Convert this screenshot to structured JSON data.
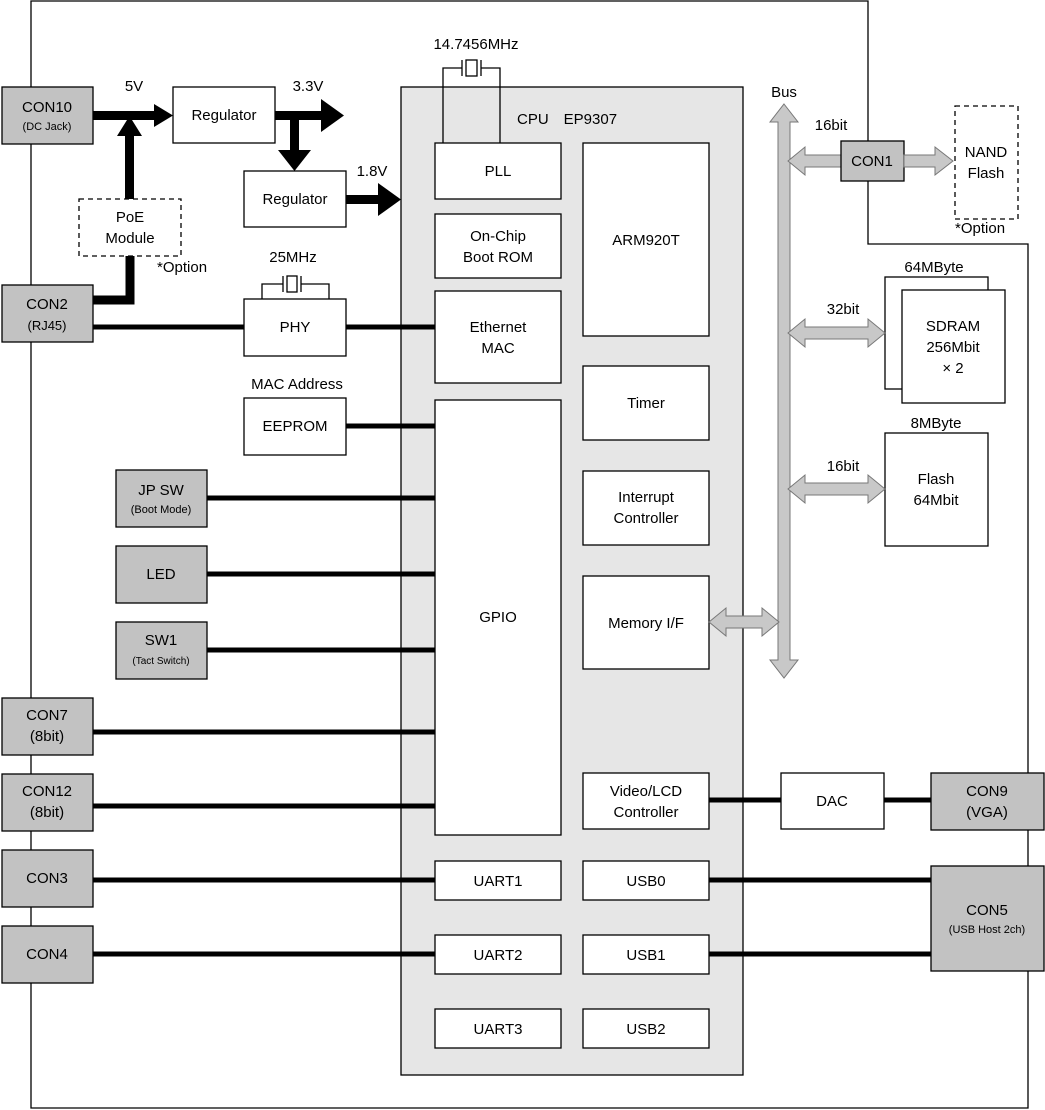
{
  "cpu": {
    "title": "CPU　EP9307",
    "blocks": {
      "pll": "PLL",
      "bootrom": [
        "On-Chip",
        "Boot ROM"
      ],
      "ethmac": [
        "Ethernet",
        "MAC"
      ],
      "gpio": "GPIO",
      "arm": "ARM920T",
      "timer": "Timer",
      "irq": [
        "Interrupt",
        "Controller"
      ],
      "memif": "Memory I/F",
      "video": [
        "Video/LCD",
        "Controller"
      ],
      "uart1": "UART1",
      "uart2": "UART2",
      "uart3": "UART3",
      "usb0": "USB0",
      "usb1": "USB1",
      "usb2": "USB2"
    }
  },
  "connectors": {
    "con10": {
      "name": "CON10",
      "sub": "(DC Jack)"
    },
    "con2": {
      "name": "CON2",
      "sub": "(RJ45)"
    },
    "jpsw": {
      "name": "JP SW",
      "sub": "(Boot Mode)"
    },
    "led": {
      "name": "LED"
    },
    "sw1": {
      "name": "SW1",
      "sub": "(Tact Switch)"
    },
    "con7": {
      "name": "CON7",
      "sub": "(8bit)"
    },
    "con12": {
      "name": "CON12",
      "sub": "(8bit)"
    },
    "con3": {
      "name": "CON3"
    },
    "con4": {
      "name": "CON4"
    },
    "con1": {
      "name": "CON1"
    },
    "con9": {
      "name": "CON9",
      "sub": "(VGA)"
    },
    "con5": {
      "name": "CON5",
      "sub": "(USB Host 2ch)"
    }
  },
  "power": {
    "reg1": "Regulator",
    "reg2": "Regulator",
    "v5": "5V",
    "v33": "3.3V",
    "v18": "1.8V",
    "poe": [
      "PoE",
      "Module"
    ],
    "poe_option": "*Option"
  },
  "clocks": {
    "cpu_xtal": "14.7456MHz",
    "phy_xtal": "25MHz"
  },
  "peripherals": {
    "phy": "PHY",
    "eeprom": "EEPROM",
    "eeprom_label": "MAC Address",
    "dac": "DAC",
    "nand": [
      "NAND",
      "Flash"
    ],
    "nand_option": "*Option",
    "sdram": [
      "SDRAM",
      "256Mbit",
      "× 2"
    ],
    "sdram_size": "64MByte",
    "flash": [
      "Flash",
      "64Mbit"
    ],
    "flash_size": "8MByte"
  },
  "bus": {
    "label": "Bus",
    "nand_width": "16bit",
    "sdram_width": "32bit",
    "flash_width": "16bit"
  }
}
